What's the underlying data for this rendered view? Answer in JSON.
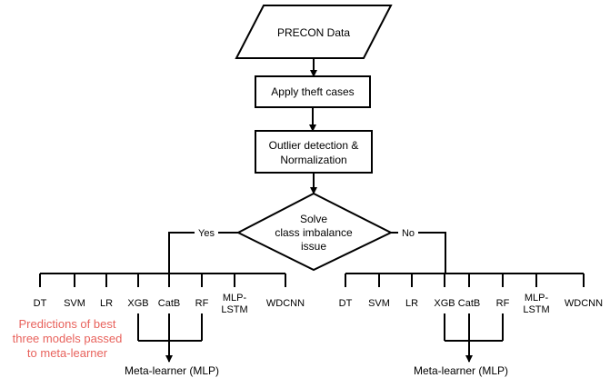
{
  "nodes": {
    "data": "PRECON Data",
    "theft": "Apply theft cases",
    "outlier_line1": "Outlier detection &",
    "outlier_line2": "Normalization",
    "decision_line1": "Solve",
    "decision_line2": "class imbalance",
    "decision_line3": "issue"
  },
  "branches": {
    "yes": "Yes",
    "no": "No"
  },
  "models_left": [
    "DT",
    "SVM",
    "LR",
    "XGB",
    "CatB",
    "RF",
    "MLP-\nLSTM",
    "WDCNN"
  ],
  "models_right": [
    "DT",
    "SVM",
    "LR",
    "XGB",
    "CatB",
    "RF",
    "MLP-\nLSTM",
    "WDCNN"
  ],
  "meta_left": "Meta-learner (MLP)",
  "meta_right": "Meta-learner (MLP)",
  "note_lines": [
    "Predictions of best",
    "three models passed",
    "to meta-learner"
  ]
}
